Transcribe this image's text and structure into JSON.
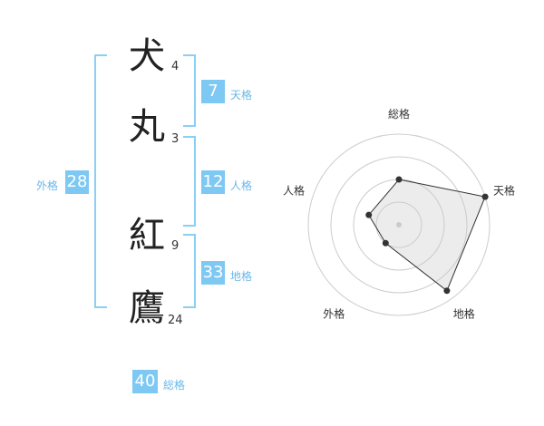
{
  "name": {
    "chars": [
      {
        "char": "犬",
        "strokes": "4"
      },
      {
        "char": "丸",
        "strokes": "3"
      },
      {
        "char": "紅",
        "strokes": "9"
      },
      {
        "char": "鷹",
        "strokes": "24"
      }
    ]
  },
  "kakusu": {
    "tenkaku": {
      "value": "7",
      "label": "天格"
    },
    "jinkaku": {
      "value": "12",
      "label": "人格"
    },
    "chikaku": {
      "value": "33",
      "label": "地格"
    },
    "gaikaku": {
      "value": "28",
      "label": "外格"
    },
    "soukaku": {
      "value": "40",
      "label": "総格"
    }
  },
  "colors": {
    "accent": "#7ec8f4",
    "bracket": "#8ccff4"
  },
  "chart_data": {
    "type": "radar",
    "axes": [
      "総格",
      "天格",
      "地格",
      "外格",
      "人格"
    ],
    "values": [
      0.5,
      1.0,
      0.9,
      0.25,
      0.35
    ],
    "rings": 4
  }
}
